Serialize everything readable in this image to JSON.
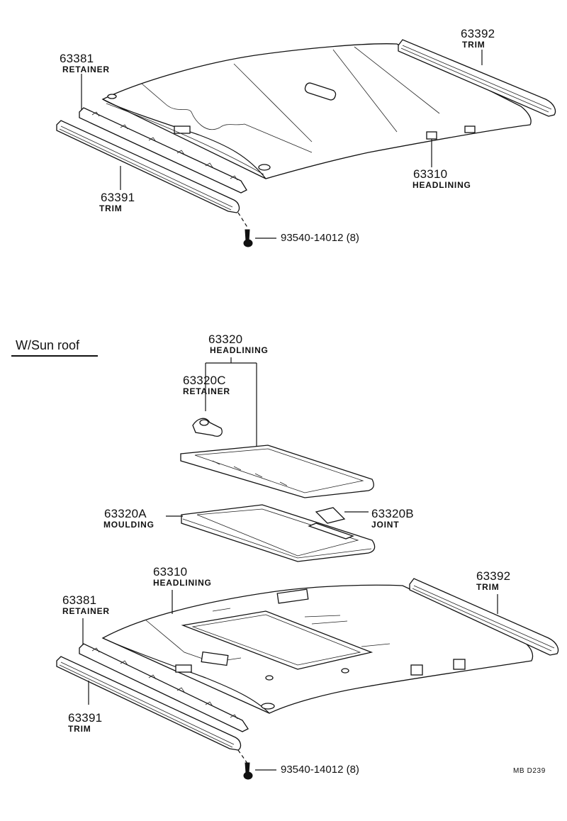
{
  "top": {
    "retainer": {
      "number": "63381",
      "name": "RETAINER"
    },
    "trim_left": {
      "number": "63391",
      "name": "TRIM"
    },
    "trim_right": {
      "number": "63392",
      "name": "TRIM"
    },
    "headlining": {
      "number": "63310",
      "name": "HEADLINING"
    },
    "screw": {
      "part": "93540-14012 (8)"
    }
  },
  "sunroof": {
    "section_title": "W/Sun roof",
    "headlining_assy": {
      "number": "63320",
      "name": "HEADLINING"
    },
    "retainer_c": {
      "number": "63320C",
      "name": "RETAINER"
    },
    "moulding": {
      "number": "63320A",
      "name": "MOULDING"
    },
    "joint": {
      "number": "63320B",
      "name": "JOINT"
    },
    "headlining": {
      "number": "63310",
      "name": "HEADLINING"
    },
    "trim_right": {
      "number": "63392",
      "name": "TRIM"
    },
    "retainer": {
      "number": "63381",
      "name": "RETAINER"
    },
    "trim_left": {
      "number": "63391",
      "name": "TRIM"
    },
    "screw": {
      "part": "93540-14012 (8)"
    }
  },
  "footer": {
    "code": "MB  D239"
  }
}
